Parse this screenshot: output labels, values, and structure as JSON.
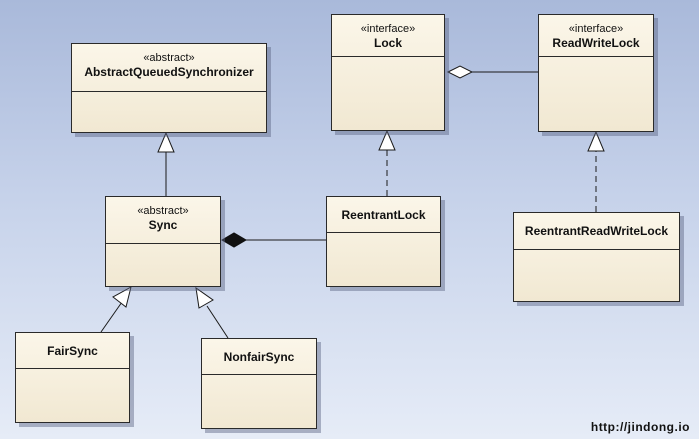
{
  "classes": {
    "aqs": {
      "stereotype": "«abstract»",
      "name": "AbstractQueuedSynchronizer"
    },
    "lock": {
      "stereotype": "«interface»",
      "name": "Lock"
    },
    "rwlock": {
      "stereotype": "«interface»",
      "name": "ReadWriteLock"
    },
    "sync": {
      "stereotype": "«abstract»",
      "name": "Sync"
    },
    "reentrant": {
      "name": "ReentrantLock"
    },
    "rrwl": {
      "name": "ReentrantReadWriteLock"
    },
    "fair": {
      "name": "FairSync"
    },
    "nonfair": {
      "name": "NonfairSync"
    }
  },
  "relationships": [
    {
      "from": "Sync",
      "to": "AbstractQueuedSynchronizer",
      "kind": "generalization"
    },
    {
      "from": "FairSync",
      "to": "Sync",
      "kind": "generalization"
    },
    {
      "from": "NonfairSync",
      "to": "Sync",
      "kind": "generalization"
    },
    {
      "from": "ReentrantLock",
      "to": "Lock",
      "kind": "realization"
    },
    {
      "from": "ReentrantReadWriteLock",
      "to": "ReadWriteLock",
      "kind": "realization"
    },
    {
      "from": "ReentrantLock",
      "to": "Sync",
      "kind": "composition"
    },
    {
      "from": "ReadWriteLock",
      "to": "Lock",
      "kind": "aggregation"
    }
  ],
  "footer": {
    "url": "http://jindong.io"
  },
  "colors": {
    "box_fill_top": "#fbf6e9",
    "box_fill_bottom": "#f1e8d2",
    "line": "#1a1a1a"
  }
}
